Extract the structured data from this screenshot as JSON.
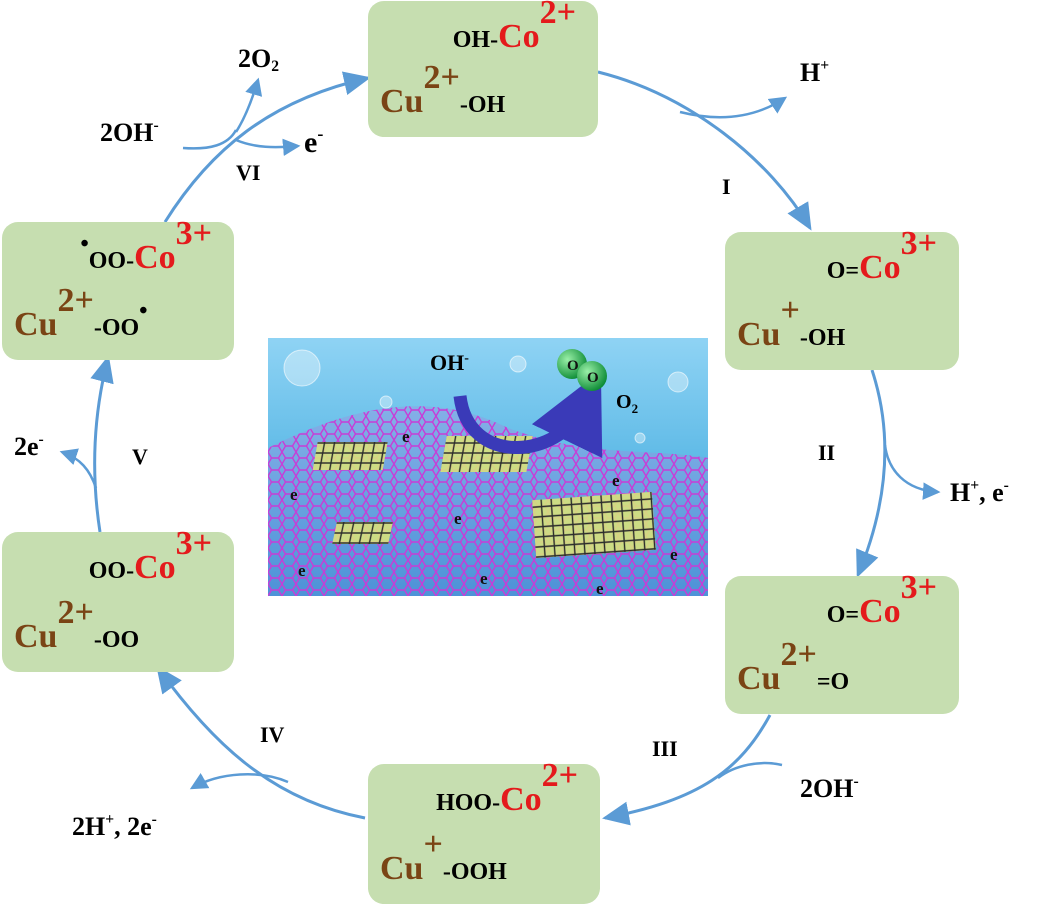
{
  "states": [
    {
      "id": "s0",
      "top_ligand": "OH-",
      "co_label": "Co",
      "co_charge": "2+",
      "cu_label": "Cu",
      "cu_charge": "2+",
      "bottom_ligand": "-OH"
    },
    {
      "id": "s1",
      "top_ligand": "O=",
      "co_label": "Co",
      "co_charge": "3+",
      "cu_label": "Cu",
      "cu_charge": "+",
      "bottom_ligand": "-OH"
    },
    {
      "id": "s2",
      "top_ligand": "O=",
      "co_label": "Co",
      "co_charge": "3+",
      "cu_label": "Cu",
      "cu_charge": "2+",
      "bottom_ligand": "=O"
    },
    {
      "id": "s3",
      "top_ligand": "HOO-",
      "co_label": "Co",
      "co_charge": "2+",
      "cu_label": "Cu",
      "cu_charge": "+",
      "bottom_ligand": "-OOH"
    },
    {
      "id": "s4",
      "top_ligand": "OO-",
      "co_label": "Co",
      "co_charge": "3+",
      "cu_label": "Cu",
      "cu_charge": "2+",
      "bottom_ligand": "-OO"
    },
    {
      "id": "s5",
      "top_ligand": "OO-",
      "co_label": "Co",
      "co_charge": "3+",
      "cu_label": "Cu",
      "cu_charge": "2+",
      "bottom_ligand": "-OO"
    }
  ],
  "radical_dot": "•",
  "steps": [
    "I",
    "II",
    "III",
    "IV",
    "V",
    "VI"
  ],
  "species": {
    "h_plus": {
      "base": "H",
      "sup": "+"
    },
    "h_plus_e": {
      "base": "H",
      "sup": "+",
      "tail": ", e",
      "tail_sup": "-"
    },
    "two_oh_right": {
      "base": "2OH",
      "sup": "-"
    },
    "two_h_two_e": {
      "base": "2H",
      "sup": "+",
      "tail": ", 2e",
      "tail_sup": "-"
    },
    "two_e": {
      "base": "2e",
      "sup": "-"
    },
    "two_oh_left": {
      "base": "2OH",
      "sup": "-"
    },
    "e_out": {
      "base": "e",
      "sup": "-"
    },
    "two_o2": {
      "base": "2O",
      "sub": "2"
    }
  },
  "illustration": {
    "oh_label": "OH",
    "oh_sup": "-",
    "o2_label": "O",
    "o2_sub": "2",
    "molecule_atom": "O",
    "electron_label": "e"
  },
  "colors": {
    "box_fill": "#c6deb0",
    "cobalt": "#e41a1c",
    "copper": "#7a4415",
    "arrow": "#5b9bd5",
    "graphene": "#c83cd6",
    "water": "#4ab4e6",
    "sheet": "#d8e27a",
    "o2_molecule": "#19b34a"
  }
}
